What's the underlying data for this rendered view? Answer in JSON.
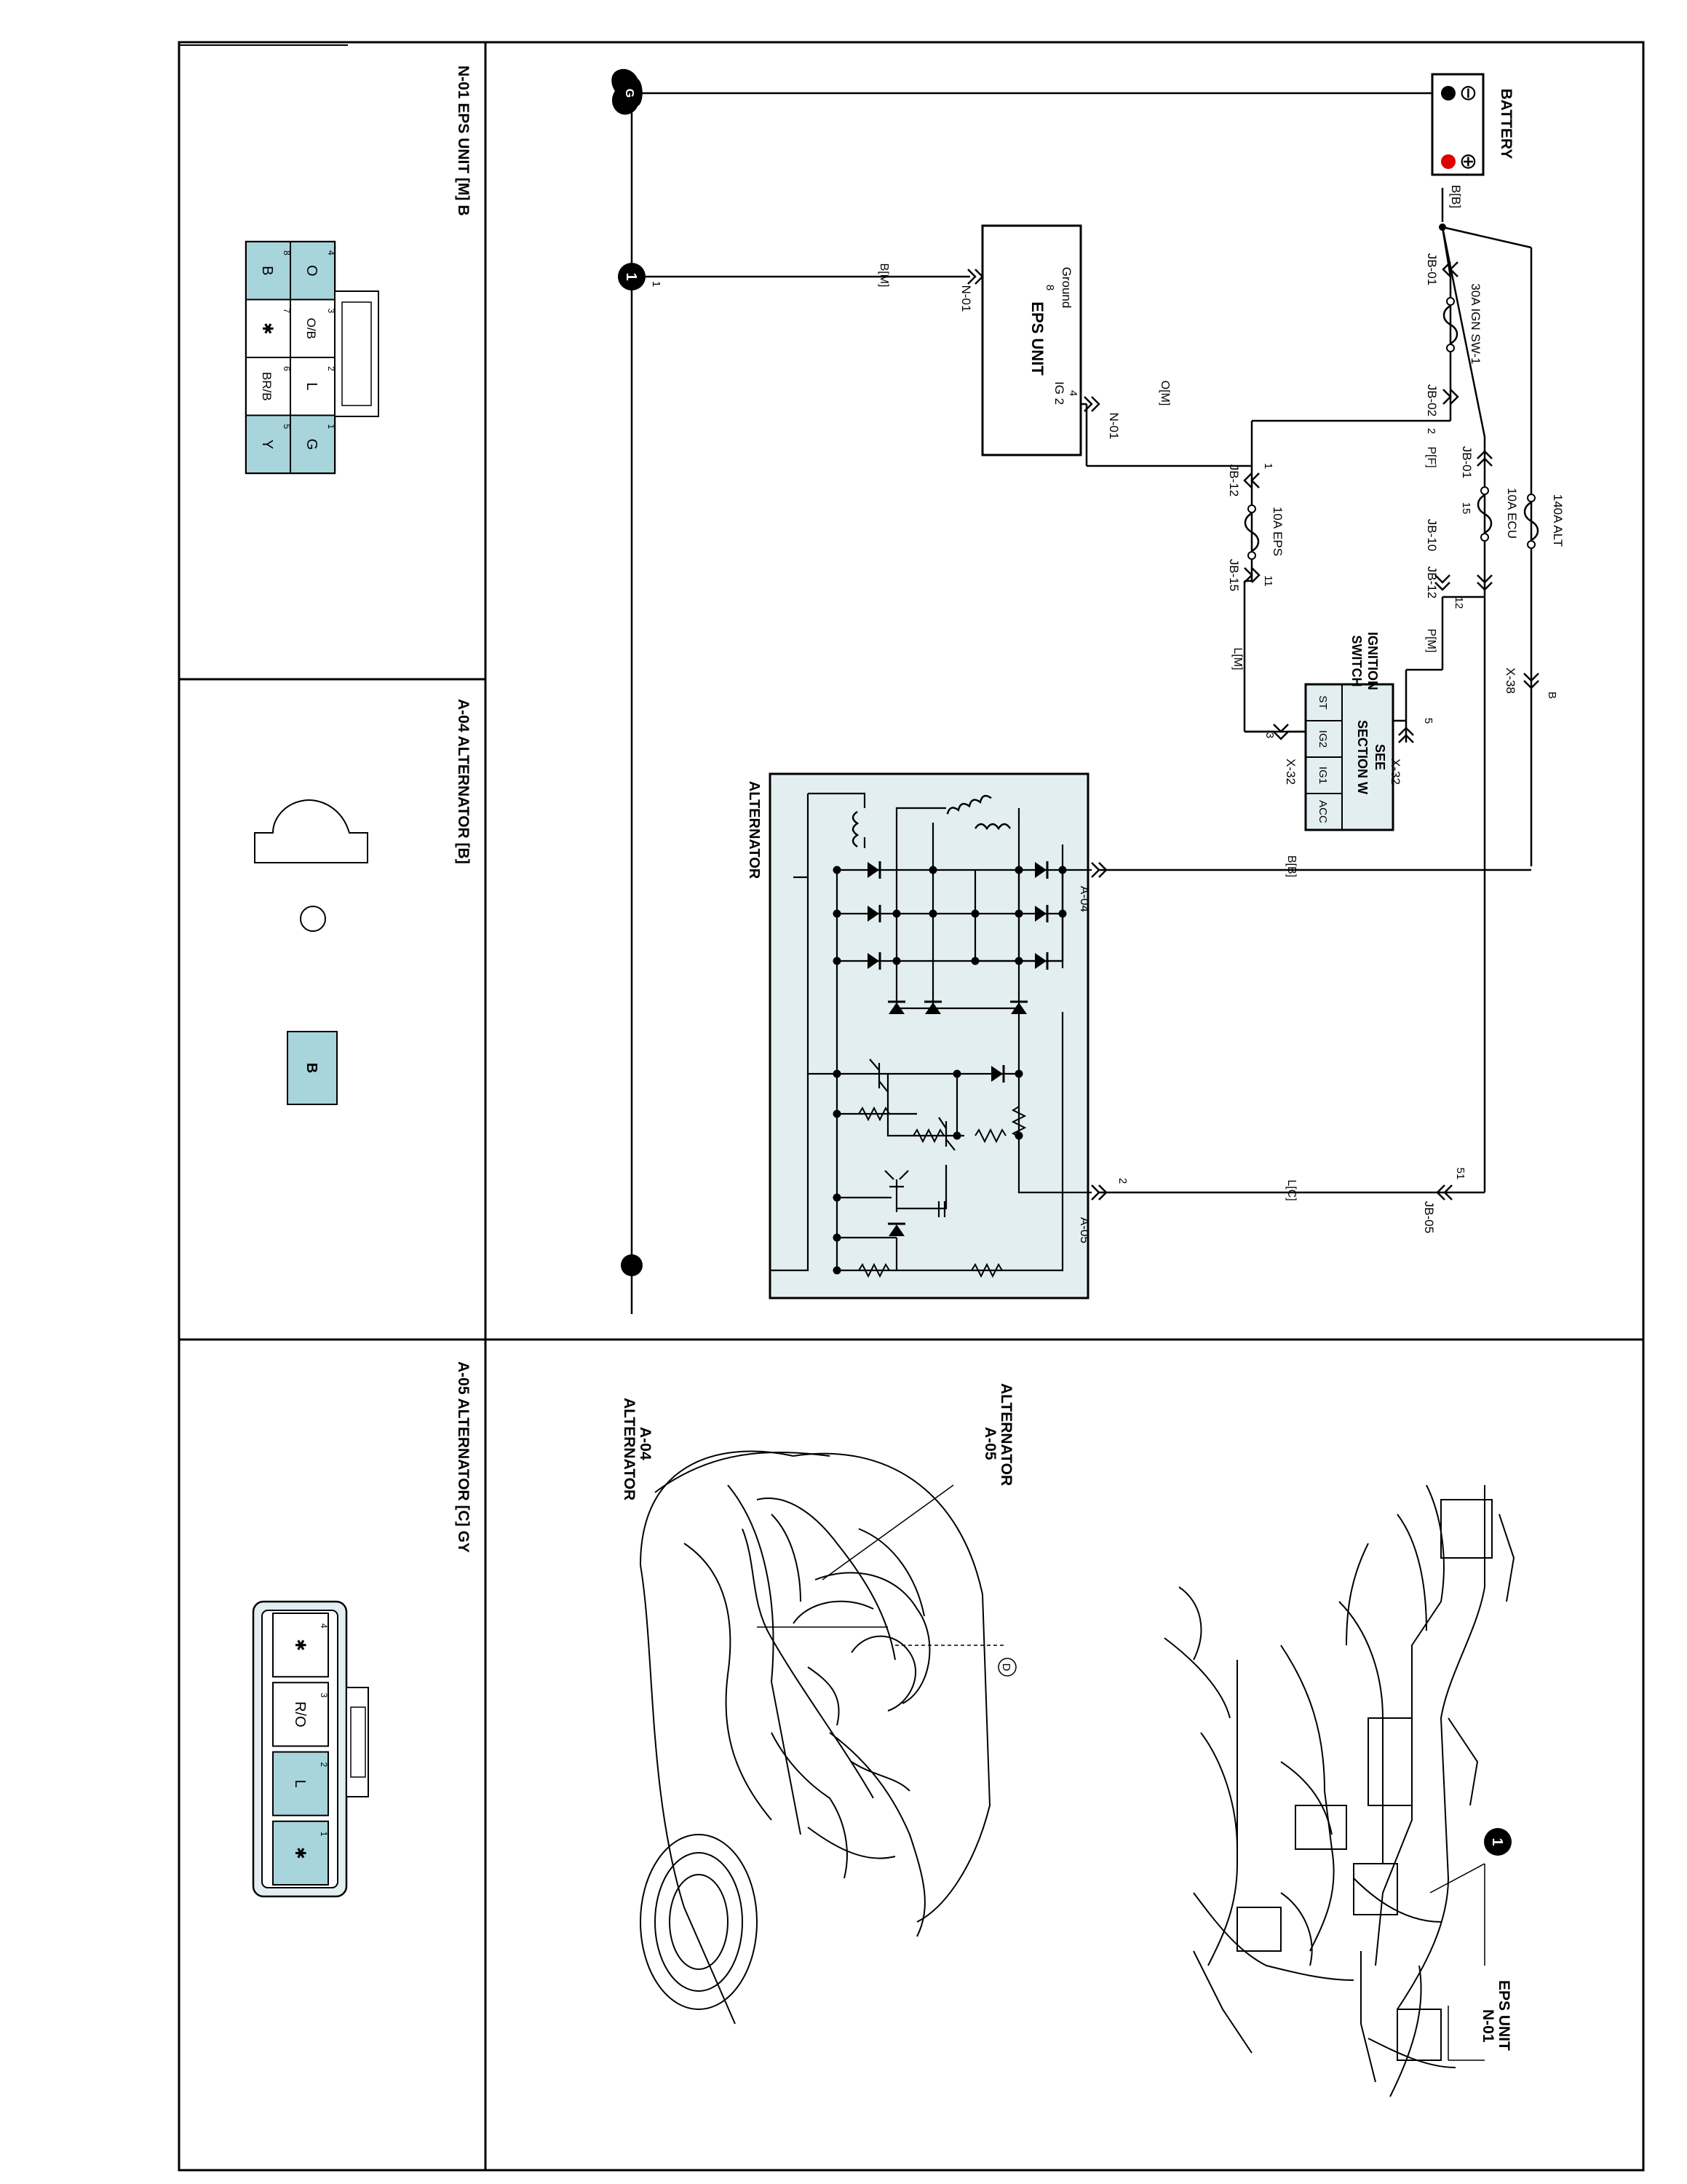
{
  "colors": {
    "connector_fill": "#a8d4dc",
    "alternator_fill": "#e2eef0",
    "ground_fill": "#000000",
    "battery_positive": "#e00000"
  },
  "icons": [
    "battery-icon",
    "ground-symbol-icon",
    "fuse-icon",
    "diode-icon",
    "resistor-icon",
    "coil-icon",
    "ground-point-icon"
  ],
  "diagram": {
    "battery": {
      "label": "BATTERY",
      "minus": "⊖",
      "plus": "⊕",
      "wire": "B[B]"
    },
    "ground": {
      "symbol": "G",
      "point": "1",
      "pin": "1"
    },
    "fuses": {
      "ign": {
        "label": "30A IGN SW-1",
        "left": "JB-01",
        "right": "JB-02",
        "pin": "2"
      },
      "ecu": {
        "label": "10A ECU",
        "top": "JB-01",
        "bottom": "JB-10",
        "pin": "15"
      },
      "alt": {
        "label": "140A ALT"
      },
      "eps": {
        "label": "10A EPS",
        "left": "JB-12",
        "right": "JB-15",
        "pin_in": "1",
        "pin_out": "11"
      }
    },
    "wires": {
      "pf": "P[F]",
      "pm": "P[M]",
      "om": "O[M]",
      "lm": "L[M]",
      "bm": "B[M]",
      "bb": "B[B]",
      "lc": "L[C]",
      "b": "B"
    },
    "jb12_pin": {
      "id": "JB-12",
      "pin": "12"
    },
    "x38": "X-38",
    "ignition": {
      "title_line1": "IGNITION",
      "title_line2": "SWITCH",
      "box_line1": "SEE",
      "box_line2": "SECTION W",
      "terminals": [
        "ST",
        "IG2",
        "IG1",
        "ACC"
      ],
      "conn": "X-32",
      "pin_top": "5",
      "pin_bottom": "3"
    },
    "eps_unit": {
      "title": "EPS UNIT",
      "ig2_pin": "4",
      "ig2": "IG 2",
      "ground_label": "Ground",
      "ground_pin": "8",
      "conn": "N-01"
    },
    "alternator": {
      "title": "ALTERNATOR",
      "a04": "A-04",
      "a05": "A-05",
      "a05_pin": "2",
      "jb05": "JB-05",
      "jb05_pin": "51"
    }
  },
  "connectors": {
    "n01": {
      "title": "N-01 EPS UNIT [M] B",
      "pins": [
        {
          "no": "4",
          "label": "O"
        },
        {
          "no": "3",
          "label": "O/B"
        },
        {
          "no": "2",
          "label": "L"
        },
        {
          "no": "1",
          "label": "G"
        },
        {
          "no": "8",
          "label": "B"
        },
        {
          "no": "7",
          "label": "✱"
        },
        {
          "no": "6",
          "label": "BR/B"
        },
        {
          "no": "5",
          "label": "Y"
        }
      ]
    },
    "a04": {
      "title": "A-04 ALTERNATOR [B]",
      "pin": "B"
    },
    "a05": {
      "title": "A-05 ALTERNATOR [C] GY",
      "pins": [
        {
          "no": "4",
          "label": "✱"
        },
        {
          "no": "3",
          "label": "R/O"
        },
        {
          "no": "2",
          "label": "L"
        },
        {
          "no": "1",
          "label": "✱"
        }
      ]
    }
  },
  "locations": {
    "alternator_a05_line1": "ALTERNATOR",
    "alternator_a05_line2": "A-05",
    "a04_line1": "A-04",
    "a04_line2": "ALTERNATOR",
    "marker_d": "D",
    "ground_point": "1",
    "eps_unit_line1": "EPS UNIT",
    "eps_unit_line2": "N-01"
  }
}
